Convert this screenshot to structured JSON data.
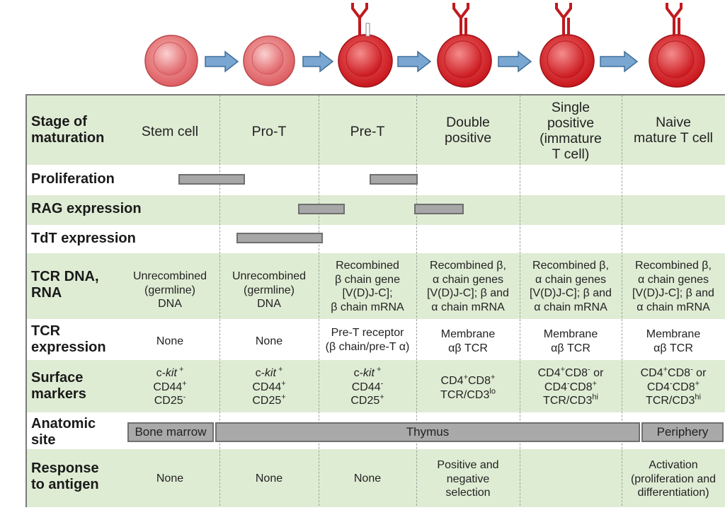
{
  "stages": [
    "Stem cell",
    "Pro-T",
    "Pre-T",
    "Double\npositive",
    "Single\npositive\n(immature\nT cell)",
    "Naive\nmature T cell"
  ],
  "rows": {
    "stage_label": "Stage of\nmaturation",
    "proliferation_label": "Proliferation",
    "rag_label": "RAG expression",
    "tdt_label": "TdT expression",
    "tcr_dna_label": "TCR DNA,\nRNA",
    "tcr_expr_label": "TCR\nexpression",
    "surface_label": "Surface\nmarkers",
    "anatomic_label": "Anatomic\nsite",
    "response_label": "Response\nto antigen"
  },
  "tcr_dna": [
    "Unrecombined\n(germline)\nDNA",
    "Unrecombined\n(germline)\nDNA",
    "Recombined\nβ chain gene\n[V(D)J-C];\nβ chain mRNA",
    "Recombined β,\nα chain genes\n[V(D)J-C]; β and\nα chain mRNA",
    "Recombined β,\nα chain genes\n[V(D)J-C]; β and\nα chain mRNA",
    "Recombined β,\nα chain genes\n[V(D)J-C]; β and\nα chain mRNA"
  ],
  "tcr_expression": [
    "None",
    "None",
    "Pre-T receptor\n(β chain/pre-T α)",
    "Membrane\nαβ TCR",
    "Membrane\nαβ TCR",
    "Membrane\nαβ TCR"
  ],
  "surface_markers": {
    "stem": [
      "c-",
      "kit",
      " +",
      "CD44",
      "+",
      "CD25",
      "-"
    ],
    "prot": [
      "c-",
      "kit",
      " +",
      "CD44",
      "+",
      "CD25",
      "+"
    ],
    "pret": [
      "c-",
      "kit",
      " +",
      "CD44",
      "-",
      "CD25",
      "+"
    ],
    "dp": [
      "CD4",
      "+",
      "CD8",
      "+",
      "TCR/CD3",
      "lo"
    ],
    "sp": [
      "CD4",
      "+",
      "CD8",
      "-",
      " or",
      "CD4",
      "-",
      "CD8",
      "+",
      "TCR/CD3",
      "hi"
    ],
    "naive": [
      "CD4",
      "+",
      "CD8",
      "-",
      " or",
      "CD4",
      "-",
      "CD8",
      "+",
      "TCR/CD3",
      "hi"
    ]
  },
  "anatomic_sites": [
    "Bone marrow",
    "Thymus",
    "Periphery"
  ],
  "response": [
    "None",
    "None",
    "None",
    "Positive and\nnegative\nselection",
    "",
    "Activation\n(proliferation and\ndifferentiation)"
  ],
  "colors": {
    "header_green": "#dfecd4",
    "bar_gray": "#a7a7a7",
    "cell_red": "#d8262c",
    "cell_pink": "#e87878",
    "arrow_blue": "#5b8fbf"
  }
}
